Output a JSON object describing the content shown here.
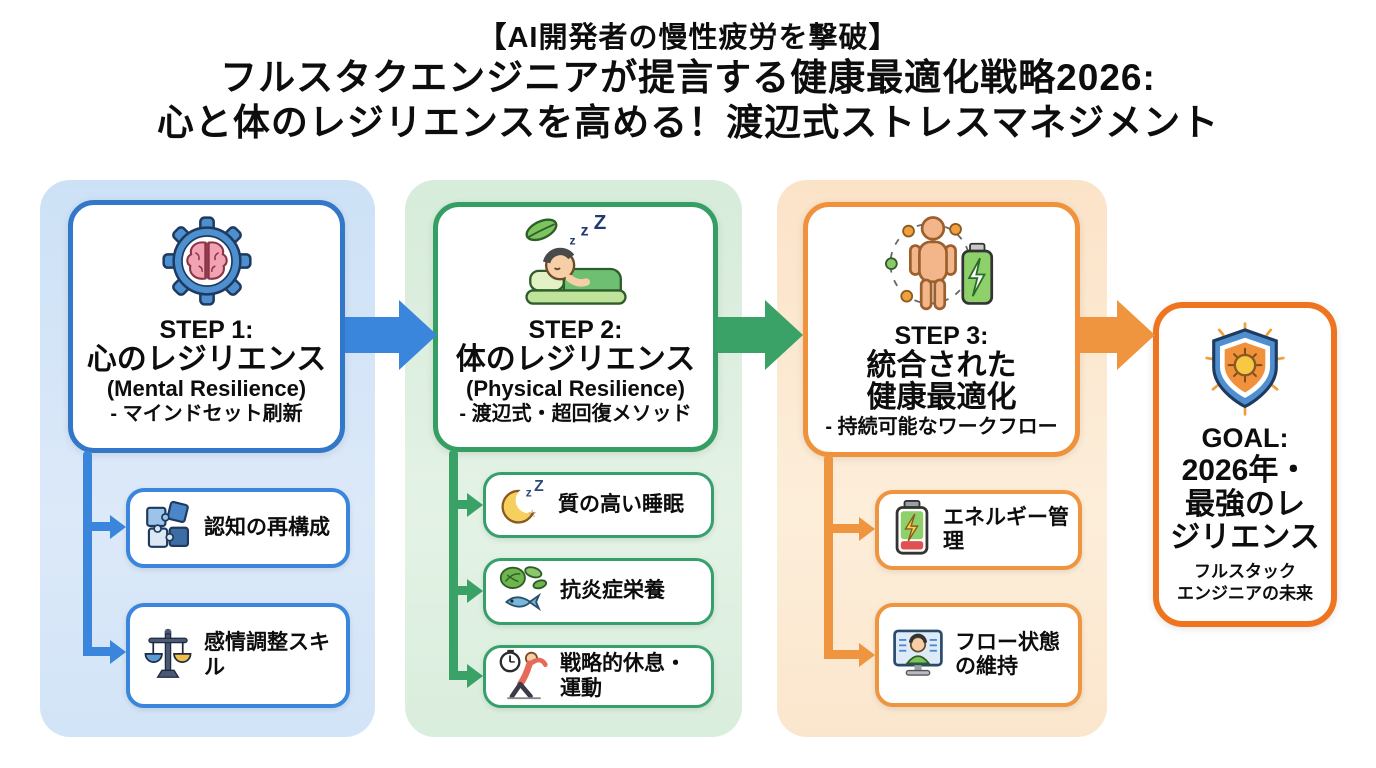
{
  "title": {
    "line1": "【AI開発者の慢性疲労を撃破】",
    "line2": "フルスタクエンジニアが提言する健康最適化戦略2026:",
    "line3": "心と体のレジリエンスを高める！渡辺式ストレスマネジメント"
  },
  "colors": {
    "blue_accent": "#3b86dd",
    "blue_border": "#3277c8",
    "blue_panel": "#d2e4f7",
    "green_accent": "#3aa266",
    "green_border": "#359e63",
    "green_panel": "#daeedd",
    "orange_accent": "#f0953f",
    "orange_border": "#f0923c",
    "orange_panel": "#fbe6cd",
    "goal_border": "#ee7420",
    "text": "#0d0d0d"
  },
  "steps": [
    {
      "label": "STEP 1:",
      "title": "心のレジリエンス",
      "subtitle": "(Mental Resilience)",
      "note": "- マインドセット刷新",
      "icon": "brain-gear-icon",
      "items": [
        {
          "label": "認知の再構成",
          "icon": "puzzle-icon"
        },
        {
          "label": "感情調整スキル",
          "icon": "scale-icon"
        }
      ]
    },
    {
      "label": "STEP 2:",
      "title": "体のレジリエンス",
      "subtitle": "(Physical Resilience)",
      "note": "- 渡辺式・超回復メソッド",
      "icon": "sleeping-person-icon",
      "items": [
        {
          "label": "質の高い睡眠",
          "icon": "moon-icon"
        },
        {
          "label": "抗炎症栄養",
          "icon": "greens-fish-icon"
        },
        {
          "label": "戦略的休息・運動",
          "icon": "stopwatch-stretch-icon"
        }
      ]
    },
    {
      "label": "STEP 3:",
      "title": "統合された",
      "title2": "健康最適化",
      "note": "- 持続可能なワークフロー",
      "icon": "person-battery-icon",
      "items": [
        {
          "label": "エネルギー管理",
          "icon": "battery-icon"
        },
        {
          "label": "フロー状態\nの維持",
          "icon": "monitor-person-icon"
        }
      ]
    }
  ],
  "goal": {
    "label": "GOAL:",
    "title_line1": "2026年・",
    "title_line2": "最強のレ",
    "title_line3": "ジリエンス",
    "subtitle_line1": "フルスタック",
    "subtitle_line2": "エンジニアの未来",
    "icon": "shield-sun-icon"
  }
}
